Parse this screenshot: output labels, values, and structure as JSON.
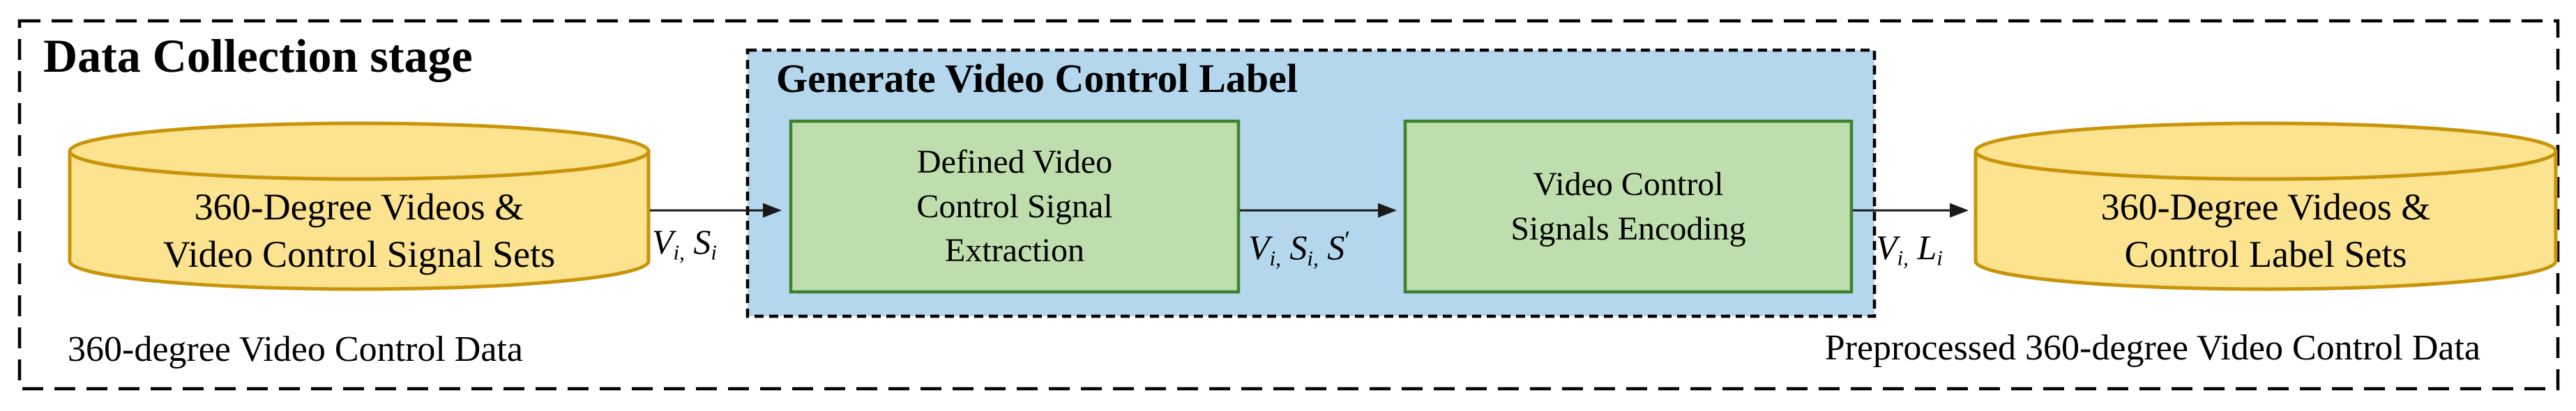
{
  "stage": {
    "title": "Data Collection stage",
    "caption_left": "360-degree Video Control Data",
    "caption_right": "Preprocessed 360-degree Video Control Data"
  },
  "cylinders": {
    "left": {
      "line1": "360-Degree Videos &",
      "line2": "Video Control Signal Sets"
    },
    "right": {
      "line1": "360-Degree Videos &",
      "line2": "Control Label Sets"
    }
  },
  "process_group": {
    "title": "Generate Video Control Label",
    "extraction_box": {
      "line1": "Defined Video",
      "line2": "Control Signal",
      "line3": "Extraction"
    },
    "encoding_box": {
      "line1": "Video Control",
      "line2": "Signals Encoding"
    }
  },
  "arrow_labels": {
    "videos_signals": [
      {
        "t": "V",
        "s": "var"
      },
      {
        "t": "i,",
        "s": "sub"
      },
      {
        "t": " ",
        "s": "sp"
      },
      {
        "t": "S",
        "s": "var"
      },
      {
        "t": "i",
        "s": "sub"
      }
    ],
    "videos_signals_defined": [
      {
        "t": "V",
        "s": "var"
      },
      {
        "t": "i,",
        "s": "sub"
      },
      {
        "t": " ",
        "s": "sp"
      },
      {
        "t": "S",
        "s": "var"
      },
      {
        "t": "i,",
        "s": "sub"
      },
      {
        "t": " ",
        "s": "sp"
      },
      {
        "t": "S",
        "s": "var"
      },
      {
        "t": "′",
        "s": "prime"
      }
    ],
    "videos_labels": [
      {
        "t": "V",
        "s": "var"
      },
      {
        "t": "i,",
        "s": "sub"
      },
      {
        "t": " ",
        "s": "sp"
      },
      {
        "t": "L",
        "s": "var"
      },
      {
        "t": "i",
        "s": "sub"
      }
    ]
  },
  "colors": {
    "border_black": "#000000",
    "arrow_black": "#1a1a1a",
    "blue_fill": "#B4D7EE",
    "green_fill": "#BEDEAD",
    "green_stroke": "#3E8230",
    "yellow_fill": "#FCE38F",
    "yellow_stroke": "#C9940A",
    "text": "#000000"
  }
}
